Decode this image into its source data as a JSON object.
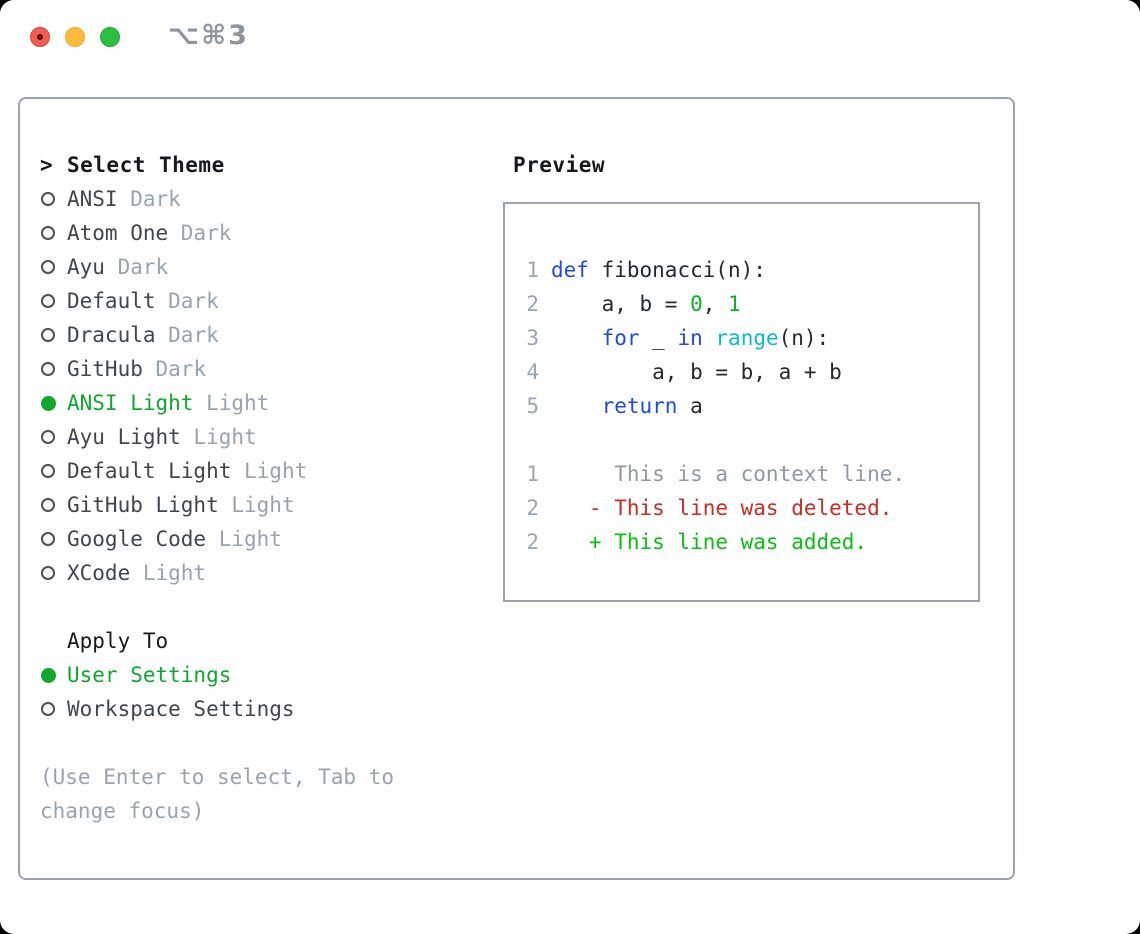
{
  "window": {
    "shortcut_label": "⌥⌘3"
  },
  "colors": {
    "selection_green": "#10a82e",
    "muted_gray": "#99a3af",
    "keyword_blue": "#2049df",
    "builtin_cyan": "#0abccc",
    "number_green": "#09b41f",
    "deleted_red": "#c92c21",
    "added_green": "#0bbf11",
    "border_gray": "#9aa3af"
  },
  "theme_select": {
    "cursor": ">",
    "title": "Select Theme",
    "items": [
      {
        "name": "ANSI",
        "variant": "Dark",
        "selected": false
      },
      {
        "name": "Atom One",
        "variant": "Dark",
        "selected": false
      },
      {
        "name": "Ayu",
        "variant": "Dark",
        "selected": false
      },
      {
        "name": "Default",
        "variant": "Dark",
        "selected": false
      },
      {
        "name": "Dracula",
        "variant": "Dark",
        "selected": false
      },
      {
        "name": "GitHub",
        "variant": "Dark",
        "selected": false
      },
      {
        "name": "ANSI Light",
        "variant": "Light",
        "selected": true
      },
      {
        "name": "Ayu Light",
        "variant": "Light",
        "selected": false
      },
      {
        "name": "Default Light",
        "variant": "Light",
        "selected": false
      },
      {
        "name": "GitHub Light",
        "variant": "Light",
        "selected": false
      },
      {
        "name": "Google Code",
        "variant": "Light",
        "selected": false
      },
      {
        "name": "XCode",
        "variant": "Light",
        "selected": false
      }
    ]
  },
  "apply_to": {
    "title": "Apply To",
    "options": [
      {
        "label": "User Settings",
        "selected": true
      },
      {
        "label": "Workspace Settings",
        "selected": false
      }
    ]
  },
  "hint": {
    "line1": "(Use Enter to select, Tab to",
    "line2": "change focus)"
  },
  "preview": {
    "title": "Preview",
    "code_lines": [
      {
        "num": "1",
        "tokens": [
          {
            "t": "def",
            "c": "keyword"
          },
          {
            "t": " fibonacci(n):",
            "c": "plain"
          }
        ]
      },
      {
        "num": "2",
        "tokens": [
          {
            "t": "    a, b = ",
            "c": "plain"
          },
          {
            "t": "0",
            "c": "number"
          },
          {
            "t": ", ",
            "c": "plain"
          },
          {
            "t": "1",
            "c": "number"
          }
        ]
      },
      {
        "num": "3",
        "tokens": [
          {
            "t": "    ",
            "c": "plain"
          },
          {
            "t": "for",
            "c": "keyword"
          },
          {
            "t": " _ ",
            "c": "plain"
          },
          {
            "t": "in",
            "c": "keyword"
          },
          {
            "t": " ",
            "c": "plain"
          },
          {
            "t": "range",
            "c": "builtin"
          },
          {
            "t": "(n):",
            "c": "plain"
          }
        ]
      },
      {
        "num": "4",
        "tokens": [
          {
            "t": "        a, b = b, a + b",
            "c": "plain"
          }
        ]
      },
      {
        "num": "5",
        "tokens": [
          {
            "t": "    ",
            "c": "plain"
          },
          {
            "t": "return",
            "c": "keyword"
          },
          {
            "t": " a",
            "c": "plain"
          }
        ]
      }
    ],
    "diff_lines": [
      {
        "num": "1",
        "kind": "context",
        "text": "     This is a context line."
      },
      {
        "num": "2",
        "kind": "deleted",
        "text": "   - This line was deleted."
      },
      {
        "num": "2",
        "kind": "added",
        "text": "   + This line was added."
      }
    ]
  }
}
